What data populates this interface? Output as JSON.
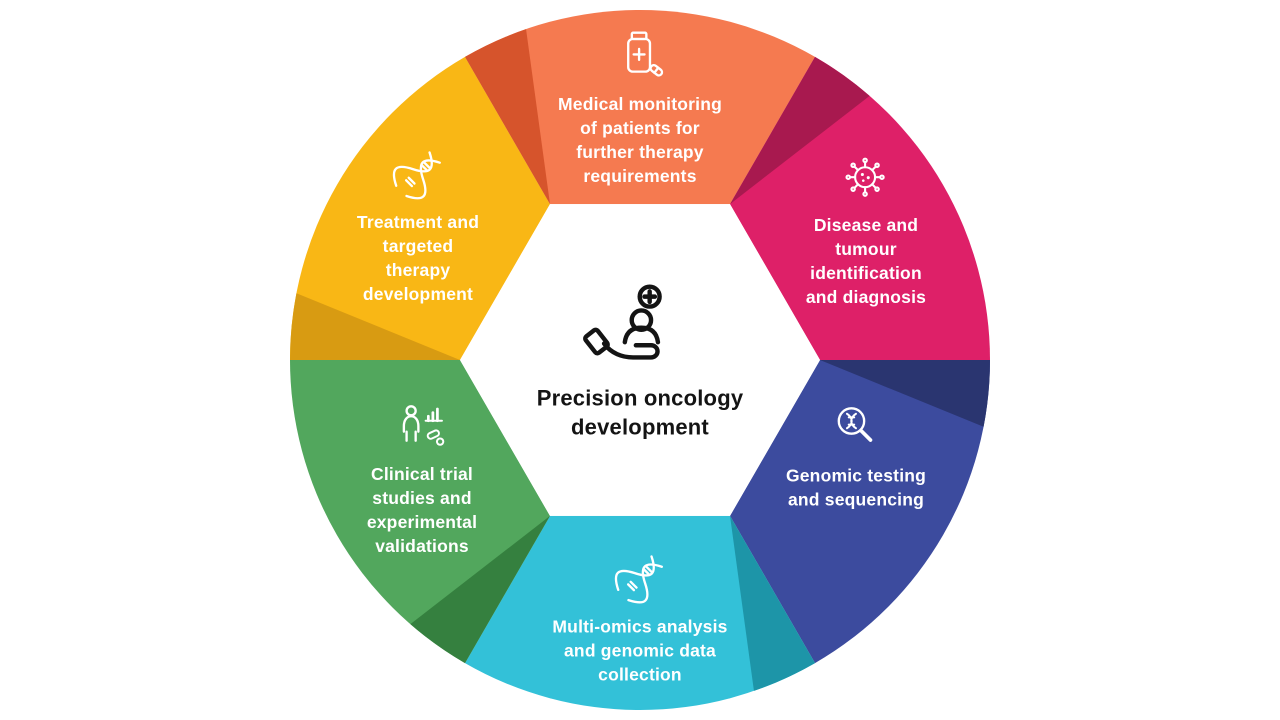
{
  "diagram": {
    "type": "cycle-wheel",
    "center": {
      "label_lines": [
        "Precision oncology",
        "development"
      ],
      "icon": "hand-care-icon",
      "text_color": "#141414"
    },
    "segments": [
      {
        "id": "medical-monitoring",
        "label_lines": [
          "Medical monitoring",
          "of patients for",
          "further therapy",
          "requirements"
        ],
        "color": "#F57A50",
        "shade_color": "#D6542C",
        "icon": "medicine-bottle-icon"
      },
      {
        "id": "disease-identification",
        "label_lines": [
          "Disease and",
          "tumour",
          "identification",
          "and diagnosis"
        ],
        "color": "#DE2068",
        "shade_color": "#A8194F",
        "icon": "virus-icon"
      },
      {
        "id": "genomic-testing",
        "label_lines": [
          "Genomic testing",
          "and sequencing"
        ],
        "color": "#3C4B9E",
        "shade_color": "#2A3570",
        "icon": "dna-magnifier-icon"
      },
      {
        "id": "multi-omics",
        "label_lines": [
          "Multi-omics analysis",
          "and genomic data",
          "collection"
        ],
        "color": "#33C1D8",
        "shade_color": "#1D95A8",
        "icon": "dna-icon"
      },
      {
        "id": "clinical-trials",
        "label_lines": [
          "Clinical trial",
          "studies and",
          "experimental",
          "validations"
        ],
        "color": "#52A75D",
        "shade_color": "#35803F",
        "icon": "clinical-trial-icon"
      },
      {
        "id": "treatment-development",
        "label_lines": [
          "Treatment and",
          "targeted",
          "therapy",
          "development"
        ],
        "color": "#F9B715",
        "shade_color": "#D89B12",
        "icon": "dna-icon"
      }
    ],
    "colors": {
      "background": "#FFFFFF",
      "label_text": "#FFFFFF",
      "hexagon": "#FFFFFF"
    }
  }
}
